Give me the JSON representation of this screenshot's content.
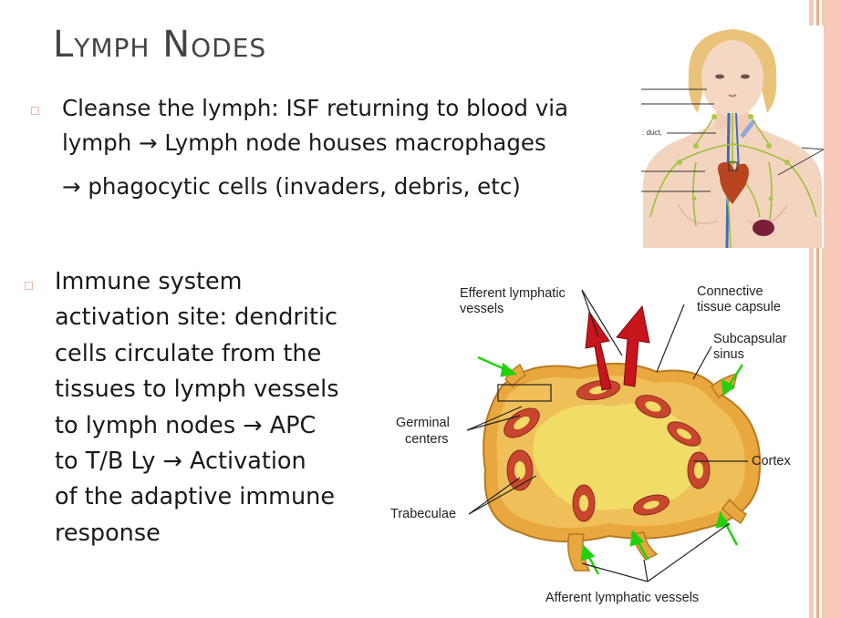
{
  "title": "Lymph Nodes",
  "bullet1": {
    "line1": "Cleanse the lymph: ISF returning to blood via",
    "line2": "lymph → Lymph node houses macrophages",
    "line3": "→ phagocytic cells (invaders, debris, etc)"
  },
  "bullet2": {
    "line1": "Immune system",
    "line2": "activation site: dendritic",
    "line3": "cells circulate from the",
    "line4": "tissues to lymph vessels",
    "line5": "to lymph nodes → APC",
    "line6": "to T/B Ly → Activation",
    "line7": "of the adaptive immune",
    "line8": "response"
  },
  "anatomy_figure": {
    "label_duct": ": duct,"
  },
  "node_figure": {
    "efferent_1": "Efferent lymphatic",
    "efferent_2": "vessels",
    "capsule_1": "Connective",
    "capsule_2": "tissue capsule",
    "sinus_1": "Subcapsular",
    "sinus_2": "sinus",
    "germinal_1": "Germinal",
    "germinal_2": "centers",
    "cortex": "Cortex",
    "trabeculae": "Trabeculae",
    "afferent": "Afferent lymphatic vessels"
  },
  "colors": {
    "side_bar": "#f6c9b8",
    "side_bar_dark": "#eca98f",
    "bullet": "#e8b9a6",
    "efferent_arrow": "#c8141c",
    "afferent_arrow": "#22d10e",
    "node_orange": "#e9a73f",
    "node_yellow": "#f1dc67",
    "germinal_red": "#c8452e"
  }
}
